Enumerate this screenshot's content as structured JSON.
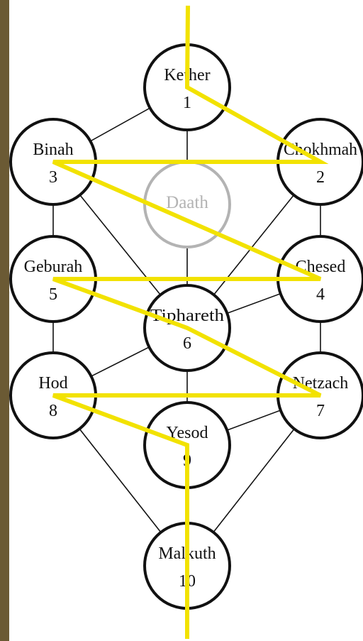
{
  "colors": {
    "background": "#ffffff",
    "strip": "#6b5a34",
    "circle_stroke": "#111111",
    "path_line": "#111111",
    "lightning": "#f2e200",
    "daath_stroke": "#b3b3b3",
    "daath_text": "#b3b3b3",
    "text": "#111111"
  },
  "sefirot": [
    {
      "id": "kether",
      "name": "Kether",
      "number": "1"
    },
    {
      "id": "chokhmah",
      "name": "Chokhmah",
      "number": "2"
    },
    {
      "id": "binah",
      "name": "Binah",
      "number": "3"
    },
    {
      "id": "chesed",
      "name": "Chesed",
      "number": "4"
    },
    {
      "id": "geburah",
      "name": "Geburah",
      "number": "5"
    },
    {
      "id": "tiphareth",
      "name": "Tiphareth",
      "number": "6"
    },
    {
      "id": "netzach",
      "name": "Netzach",
      "number": "7"
    },
    {
      "id": "hod",
      "name": "Hod",
      "number": "8"
    },
    {
      "id": "yesod",
      "name": "Yesod",
      "number": "9"
    },
    {
      "id": "malkuth",
      "name": "Malkuth",
      "number": "10"
    }
  ],
  "daath": {
    "name": "Daath"
  },
  "paths": [
    [
      "kether",
      "chokhmah"
    ],
    [
      "kether",
      "binah"
    ],
    [
      "kether",
      "tiphareth"
    ],
    [
      "chokhmah",
      "binah"
    ],
    [
      "chokhmah",
      "chesed"
    ],
    [
      "chokhmah",
      "tiphareth"
    ],
    [
      "binah",
      "geburah"
    ],
    [
      "binah",
      "tiphareth"
    ],
    [
      "chesed",
      "geburah"
    ],
    [
      "chesed",
      "tiphareth"
    ],
    [
      "chesed",
      "netzach"
    ],
    [
      "geburah",
      "tiphareth"
    ],
    [
      "geburah",
      "hod"
    ],
    [
      "tiphareth",
      "netzach"
    ],
    [
      "tiphareth",
      "hod"
    ],
    [
      "tiphareth",
      "yesod"
    ],
    [
      "netzach",
      "hod"
    ],
    [
      "netzach",
      "yesod"
    ],
    [
      "netzach",
      "malkuth"
    ],
    [
      "hod",
      "yesod"
    ],
    [
      "hod",
      "malkuth"
    ],
    [
      "yesod",
      "malkuth"
    ]
  ],
  "lightning_path": [
    "kether",
    "chokhmah",
    "binah",
    "chesed",
    "geburah",
    "tiphareth",
    "netzach",
    "hod",
    "yesod",
    "malkuth"
  ]
}
